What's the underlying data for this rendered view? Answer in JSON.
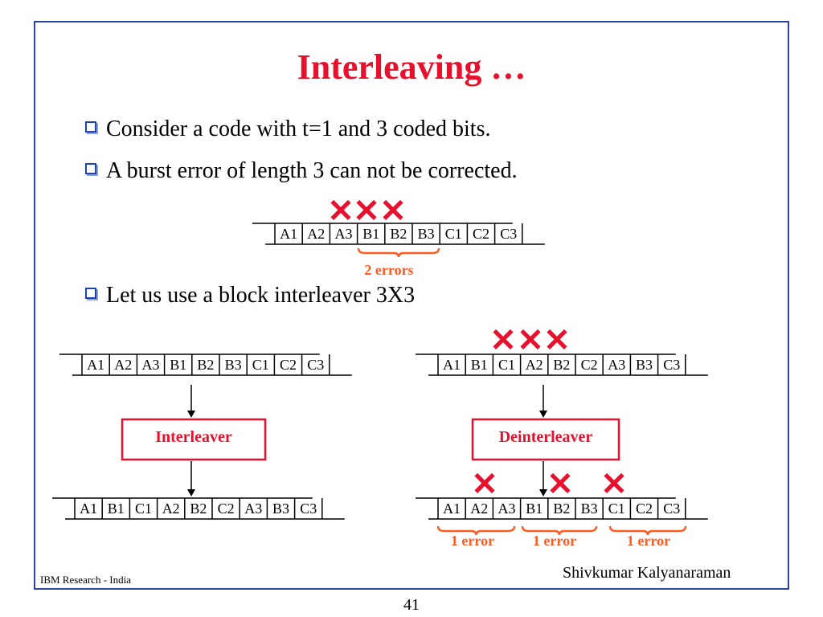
{
  "title": "Interleaving …",
  "bullets": [
    "Consider a code with t=1 and 3 coded bits.",
    "A burst error of length 3 can not be corrected.",
    "Let us use a block interleaver 3X3"
  ],
  "sequences": {
    "original": [
      "A1",
      "A2",
      "A3",
      "B1",
      "B2",
      "B3",
      "C1",
      "C2",
      "C3"
    ],
    "interleaved": [
      "A1",
      "B1",
      "C1",
      "A2",
      "B2",
      "C2",
      "A3",
      "B3",
      "C3"
    ]
  },
  "labels": {
    "two_errors": "2 errors",
    "one_error": "1 error",
    "interleaver": "Interleaver",
    "deinterleaver": "Deinterleaver"
  },
  "error_mark": "✕",
  "footer": {
    "left": "IBM Research - India",
    "right": "Shivkumar Kalyanaraman",
    "page": "41"
  },
  "colors": {
    "title": "#e8112d",
    "mark": "#e8112d",
    "box_border": "#e8112d",
    "box_text": "#e8112d",
    "brace": "#ff5a1f",
    "brace_text": "#ff5a1f",
    "frame": "#2a44a8",
    "bullet": "#1c44b4"
  }
}
